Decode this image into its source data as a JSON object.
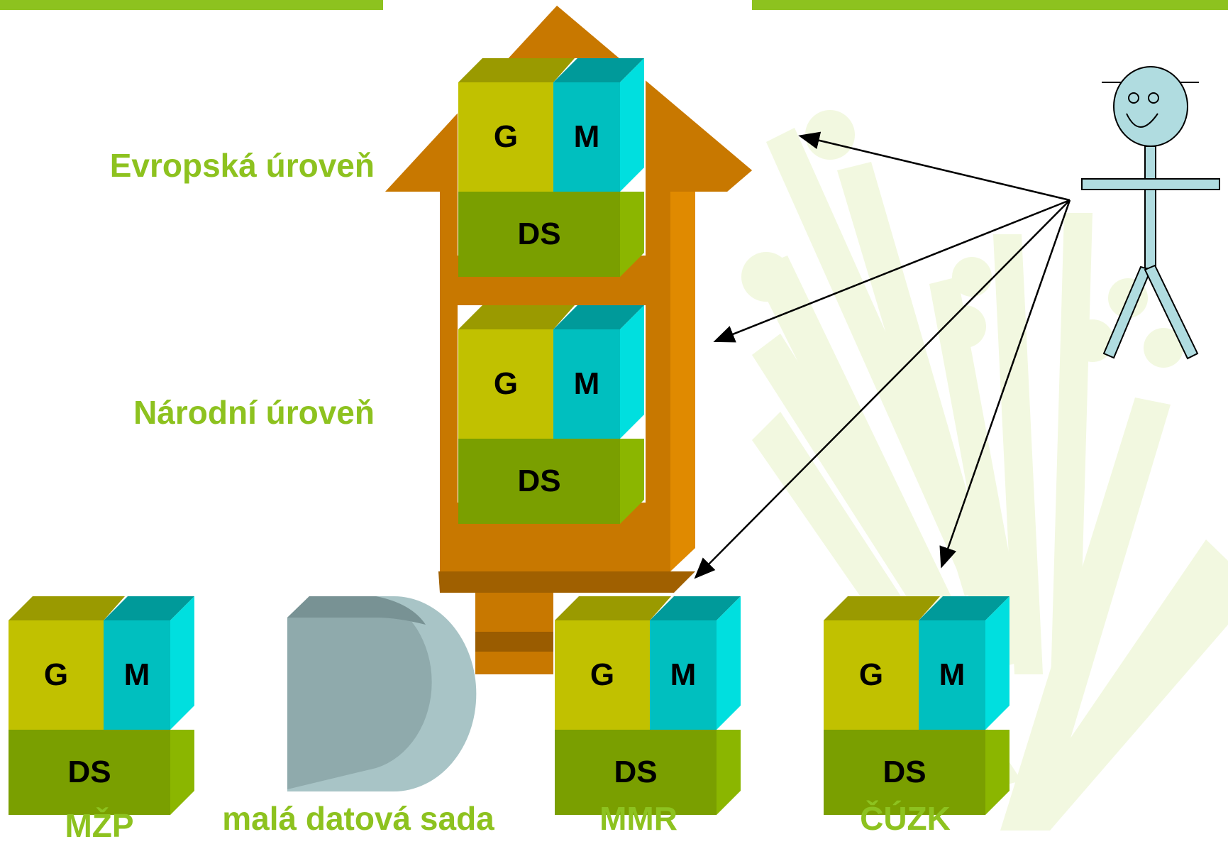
{
  "levels": {
    "european": "Evropská úroveň",
    "national": "Národní úroveň"
  },
  "providers": {
    "mzp": "MŽP",
    "small_dataset": "malá datová sada",
    "mmr": "MMR",
    "cuzk": "ČÚZK"
  },
  "block": {
    "geo": "G",
    "meta": "M",
    "dataset": "DS"
  },
  "colors": {
    "accent_green": "#8DC21F",
    "arrow_orange": "#C87800",
    "g_face": "#C1C100",
    "m_face": "#00BFBF",
    "ds_face": "#7A9F00",
    "person": "#B0DCE0",
    "cylinder": "#8FAAAC"
  },
  "icons": {
    "user": "stick-figure-icon",
    "hierarchy": "up-arrow-icon",
    "small_dataset": "cylinder-icon"
  }
}
